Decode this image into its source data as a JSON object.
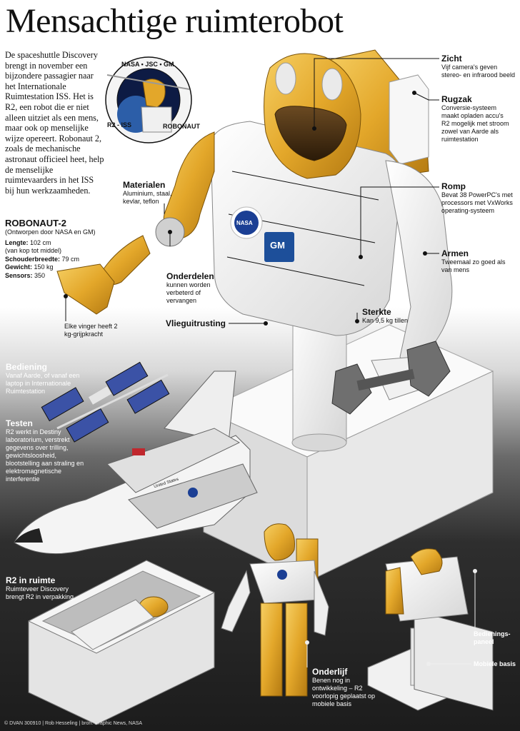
{
  "title": "Mensachtige ruimterobot",
  "intro": "De spaceshuttle Discovery brengt in november een bijzondere passagier naar het Internationale Ruimtestation ISS. Het is R2, een robot die er niet alleen uitziet als een mens, maar ook op menselijke wijze opereert. Robonaut 2, zoals de mechanische astronaut officieel heet, help de menselijke ruimtevaarders in het ISS bij hun werkzaamheden.",
  "seal": {
    "top": "NASA • JSC • GM",
    "left": "R2 - ISS",
    "right": "ROBONAUT"
  },
  "specs": {
    "heading": "ROBONAUT-2",
    "sub": "(Ontworpen door NASA en GM)",
    "rows": [
      {
        "k": "Lengte:",
        "v": " 102 cm"
      },
      {
        "k": "",
        "v": "(van kop tot middel)"
      },
      {
        "k": "Schouderbreedte:",
        "v": " 79 cm"
      },
      {
        "k": "Gewicht:",
        "v": " 150 kg"
      },
      {
        "k": "Sensors:",
        "v": " 350"
      }
    ]
  },
  "labels": {
    "zicht": {
      "title": "Zicht",
      "text": "Vijf camera's geven stereo- en infrarood beeld"
    },
    "rugzak": {
      "title": "Rugzak",
      "text": "Conversie-systeem maakt opladen accu's R2 mogelijk met stroom zowel van Aarde als ruimtestation"
    },
    "romp": {
      "title": "Romp",
      "text": "Bevat 38 PowerPC's met processors met VxWorks operating-systeem"
    },
    "armen": {
      "title": "Armen",
      "text": "Tweemaal zo goed als van mens"
    },
    "sterkte": {
      "title": "Sterkte",
      "text": "Kan 9,5 kg tillen"
    },
    "materialen": {
      "title": "Materialen",
      "text": "Aluminium, staal, kevlar, teflon"
    },
    "onderdelen": {
      "title": "Onderdelen",
      "text": "kunnen worden verbeterd of vervangen"
    },
    "vlieguitrusting": {
      "title": "Vlieguitrusting",
      "text": ""
    },
    "vinger": {
      "title": "",
      "text": "Elke vinger heeft 2 kg-grijpkracht"
    },
    "bediening": {
      "title": "Bediening",
      "text": "Vanaf Aarde, of vanaf een laptop in Internationale Ruimtestation"
    },
    "testen": {
      "title": "Testen",
      "text": "R2 werkt in Destiny laboratorium, verstrekt gegevens over trilling, gewichtsloosheid, blootstelling aan straling en elektromagnetische interferentie"
    },
    "r2ruimte": {
      "title": "R2 in ruimte",
      "text": "Ruimteveer Discovery brengt R2 in verpakking"
    },
    "onderlijf": {
      "title": "Onderlijf",
      "text": "Benen nog in ontwikkeling – R2 voorlopig geplaatst op mobiele basis"
    },
    "bedieningspaneel": {
      "title": "Bedienings-paneel",
      "text": ""
    },
    "mobielebasis": {
      "title": "Mobiele basis",
      "text": ""
    }
  },
  "badges": {
    "nasa": "NASA",
    "gm": "GM",
    "usa": "United States"
  },
  "credit": "© DVAN 300910 | Rob Hesseling | bron: Graphic News, NASA",
  "colors": {
    "gold": "#e3a72a",
    "white_suit": "#f2f2f2",
    "nasa_blue": "#1b3f94",
    "gm_blue": "#1d4f9a"
  }
}
